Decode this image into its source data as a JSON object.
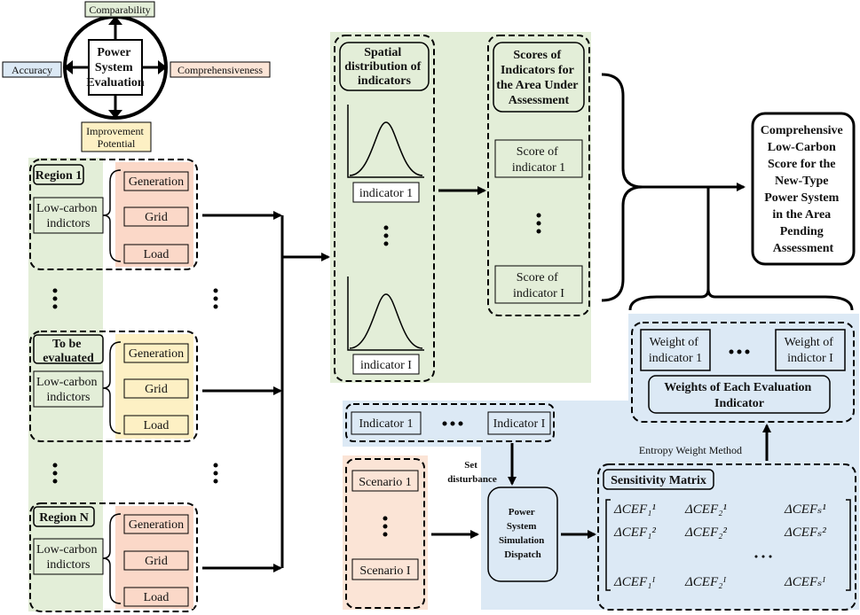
{
  "evaluation_compass": {
    "center": [
      "Power",
      "System",
      "Evaluation"
    ],
    "top": "Comparability",
    "left": "Accuracy",
    "right": "Comprehensiveness",
    "bottom": [
      "Improvement",
      "Potential"
    ]
  },
  "regions": [
    {
      "title": [
        "Region 1"
      ],
      "indicator_label": [
        "Low-carbon",
        "indictors"
      ],
      "items": [
        "Generation",
        "Grid",
        "Load"
      ]
    },
    {
      "title": [
        "To be",
        "evaluated"
      ],
      "indicator_label": [
        "Low-carbon",
        "indictors"
      ],
      "items": [
        "Generation",
        "Grid",
        "Load"
      ]
    },
    {
      "title": [
        "Region N"
      ],
      "indicator_label": [
        "Low-carbon",
        "indictors"
      ],
      "items": [
        "Generation",
        "Grid",
        "Load"
      ]
    }
  ],
  "spatial": {
    "title": [
      "Spatial",
      "distribution of",
      "indicators"
    ],
    "first": "indicator 1",
    "last": "indicator I"
  },
  "scores": {
    "title": [
      "Scores of",
      "Indicators for",
      "the Area Under",
      "Assessment"
    ],
    "first": [
      "Score of",
      "indicator 1"
    ],
    "last": [
      "Score of",
      "indicator I"
    ]
  },
  "result": [
    "Comprehensive",
    "Low-Carbon",
    "Score for the",
    "New-Type",
    "Power System",
    "in the Area",
    "Pending",
    "Assessment"
  ],
  "weights": {
    "first": [
      "Weight of",
      "indicator 1"
    ],
    "last": [
      "Weight of",
      "indictor I"
    ],
    "title": [
      "Weights of Each Evaluation",
      "Indicator"
    ]
  },
  "indicator_row": {
    "first": "Indicator 1",
    "last": "Indicator I"
  },
  "entropy_label": "Entropy Weight Method",
  "disturbance_label": [
    "Set",
    "disturbance"
  ],
  "scenarios": {
    "first": "Scenario 1",
    "last": "Scenario I"
  },
  "dispatch": [
    "Power",
    "System",
    "Simulation",
    "Dispatch"
  ],
  "sensitivity": {
    "title": "Sensitivity Matrix",
    "rows": [
      [
        "ΔCEF₁¹",
        "ΔCEF₂¹",
        "ΔCEFₛ¹"
      ],
      [
        "ΔCEF₁²",
        "ΔCEF₂²",
        "ΔCEFₛ²"
      ],
      [
        "ΔCEF₁ᴵ",
        "ΔCEF₂ᴵ",
        "ΔCEFₛᴵ"
      ]
    ]
  },
  "colors": {
    "green": "#e3eed8",
    "blue": "#dce9f5",
    "orange": "#fbe4d6",
    "yellow": "#fdf0c4",
    "salmon": "#fbd8c8",
    "lightblue": "#d7e6f5"
  }
}
